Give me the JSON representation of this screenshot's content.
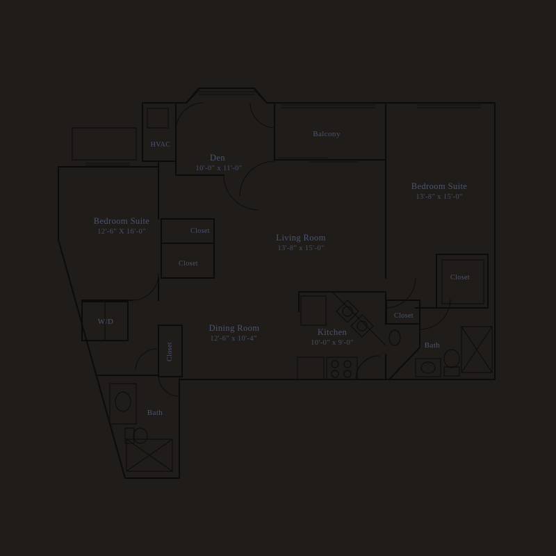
{
  "page": {
    "type": "apartment floor plan",
    "background_color": "#201c1a",
    "wall_color": "#0b0b0b",
    "label_color": "#4b5570"
  },
  "rooms": {
    "balcony": {
      "name": "Balcony"
    },
    "hvac": {
      "name": "HVAC"
    },
    "den": {
      "name": "Den",
      "dims": "10'-0\" x 11'-0\""
    },
    "bedroom_suite_left": {
      "name": "Bedroom Suite",
      "dims": "12'-6\" X 16'-0\""
    },
    "bedroom_suite_right": {
      "name": "Bedroom Suite",
      "dims": "13'-8\" x 15'-0\""
    },
    "living_room": {
      "name": "Living Room",
      "dims": "13'-8\" x 15'-0\""
    },
    "dining_room": {
      "name": "Dining Room",
      "dims": "12'-6\" x 10'-4\""
    },
    "kitchen": {
      "name": "Kitchen",
      "dims": "10'-0\" x 9'-0\""
    },
    "bath_right": {
      "name": "Bath"
    },
    "bath_lower_left": {
      "name": "Bath"
    },
    "laundry": {
      "name": "W/D"
    },
    "closet_hall_upper": {
      "name": "Closet"
    },
    "closet_hall_lower": {
      "name": "Closet"
    },
    "closet_bedroom_right": {
      "name": "Closet"
    },
    "closet_bath_hall": {
      "name": "Closet"
    },
    "closet_dining": {
      "name": "Closet"
    }
  }
}
